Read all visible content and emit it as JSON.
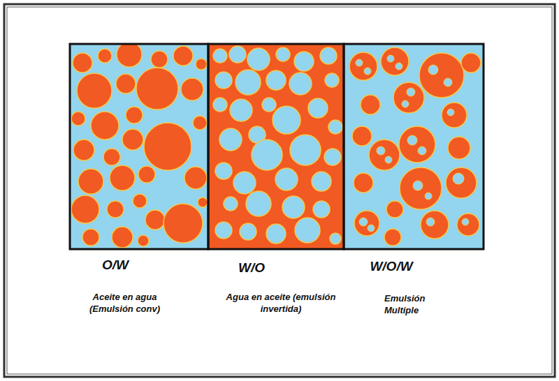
{
  "diagram": {
    "labels": [
      "O/W",
      "Aceite en agua (Emulsión conv)",
      "W/O",
      "Agua en aceite (emulsión invertida)",
      "W/O/W",
      "Emulsión Multiple"
    ]
  }
}
